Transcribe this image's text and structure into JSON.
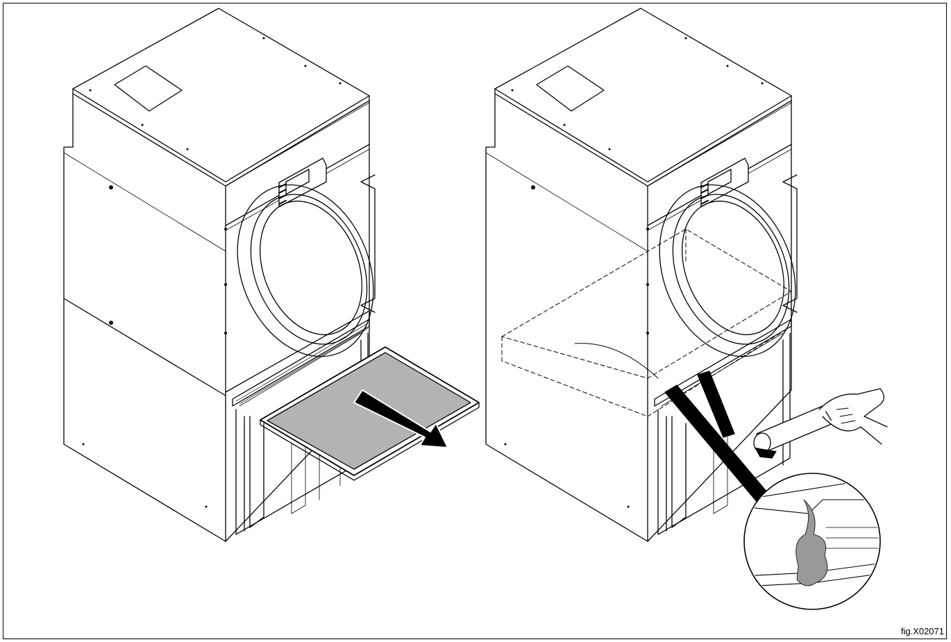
{
  "figure": {
    "label": "fig.X02071"
  },
  "colors": {
    "line": "#000000",
    "filter_fill": "#b3b3b3",
    "lint_fill": "#999999",
    "background": "#ffffff"
  },
  "scenes": [
    {
      "name": "remove-lint-filter",
      "arrow_icon": "pull-out-arrow-icon"
    },
    {
      "name": "vacuum-clean-lint-compartment",
      "tool_icon": "vacuum-nozzle-icon",
      "detail_icon": "lint-detail-magnifier-icon"
    }
  ]
}
